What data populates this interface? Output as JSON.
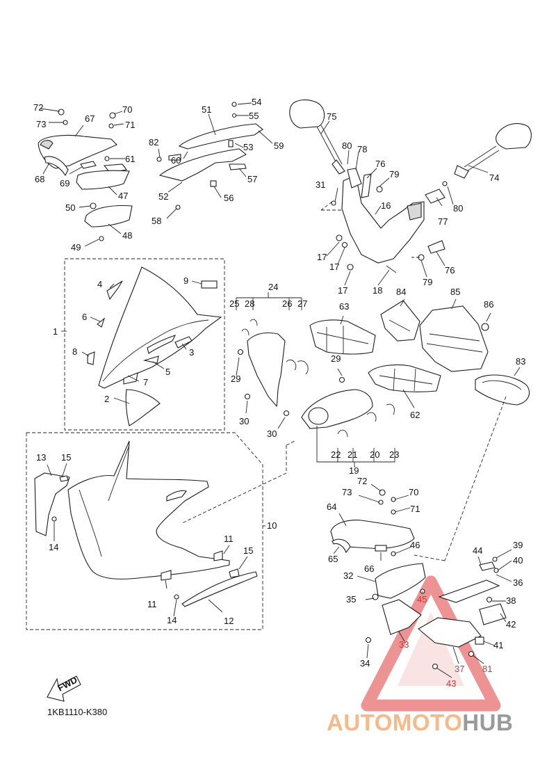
{
  "diagram_code": "1KB1110-K380",
  "fwd_label": "FWD",
  "watermark": {
    "part1": "AUTOMOTO",
    "part2": "HUB",
    "color_primary": "#f6b98a",
    "color_secondary": "#9a9a9a",
    "triangle_color": "#e96f6f"
  },
  "callouts": [
    {
      "id": "72a",
      "text": "72"
    },
    {
      "id": "73a",
      "text": "73"
    },
    {
      "id": "67",
      "text": "67"
    },
    {
      "id": "70a",
      "text": "70"
    },
    {
      "id": "71a",
      "text": "71"
    },
    {
      "id": "68",
      "text": "68"
    },
    {
      "id": "69",
      "text": "69"
    },
    {
      "id": "61",
      "text": "61"
    },
    {
      "id": "47",
      "text": "47"
    },
    {
      "id": "50",
      "text": "50"
    },
    {
      "id": "48",
      "text": "48"
    },
    {
      "id": "49",
      "text": "49"
    },
    {
      "id": "51",
      "text": "51"
    },
    {
      "id": "54",
      "text": "54"
    },
    {
      "id": "55",
      "text": "55"
    },
    {
      "id": "59",
      "text": "59"
    },
    {
      "id": "82",
      "text": "82"
    },
    {
      "id": "60",
      "text": "60"
    },
    {
      "id": "53",
      "text": "53"
    },
    {
      "id": "57",
      "text": "57"
    },
    {
      "id": "52",
      "text": "52"
    },
    {
      "id": "56",
      "text": "56"
    },
    {
      "id": "58",
      "text": "58"
    },
    {
      "id": "75",
      "text": "75"
    },
    {
      "id": "80a",
      "text": "80"
    },
    {
      "id": "78",
      "text": "78"
    },
    {
      "id": "76a",
      "text": "76"
    },
    {
      "id": "79a",
      "text": "79"
    },
    {
      "id": "74",
      "text": "74"
    },
    {
      "id": "31",
      "text": "31"
    },
    {
      "id": "16",
      "text": "16"
    },
    {
      "id": "77",
      "text": "77"
    },
    {
      "id": "80b",
      "text": "80"
    },
    {
      "id": "17a",
      "text": "17"
    },
    {
      "id": "17b",
      "text": "17"
    },
    {
      "id": "17c",
      "text": "17"
    },
    {
      "id": "18",
      "text": "18"
    },
    {
      "id": "79b",
      "text": "79"
    },
    {
      "id": "76b",
      "text": "76"
    },
    {
      "id": "4",
      "text": "4"
    },
    {
      "id": "9",
      "text": "9"
    },
    {
      "id": "1",
      "text": "1"
    },
    {
      "id": "6",
      "text": "6"
    },
    {
      "id": "3",
      "text": "3"
    },
    {
      "id": "8",
      "text": "8"
    },
    {
      "id": "5",
      "text": "5"
    },
    {
      "id": "7",
      "text": "7"
    },
    {
      "id": "2",
      "text": "2"
    },
    {
      "id": "24",
      "text": "24"
    },
    {
      "id": "25",
      "text": "25"
    },
    {
      "id": "28",
      "text": "28"
    },
    {
      "id": "26",
      "text": "26"
    },
    {
      "id": "27",
      "text": "27"
    },
    {
      "id": "29a",
      "text": "29"
    },
    {
      "id": "30a",
      "text": "30"
    },
    {
      "id": "29b",
      "text": "29"
    },
    {
      "id": "30b",
      "text": "30"
    },
    {
      "id": "63",
      "text": "63"
    },
    {
      "id": "84",
      "text": "84"
    },
    {
      "id": "85",
      "text": "85"
    },
    {
      "id": "86",
      "text": "86"
    },
    {
      "id": "83",
      "text": "83"
    },
    {
      "id": "62",
      "text": "62"
    },
    {
      "id": "22",
      "text": "22"
    },
    {
      "id": "21",
      "text": "21"
    },
    {
      "id": "20",
      "text": "20"
    },
    {
      "id": "23",
      "text": "23"
    },
    {
      "id": "19",
      "text": "19"
    },
    {
      "id": "13",
      "text": "13"
    },
    {
      "id": "15a",
      "text": "15"
    },
    {
      "id": "14a",
      "text": "14"
    },
    {
      "id": "10",
      "text": "10"
    },
    {
      "id": "11a",
      "text": "11"
    },
    {
      "id": "15b",
      "text": "15"
    },
    {
      "id": "11b",
      "text": "11"
    },
    {
      "id": "14b",
      "text": "14"
    },
    {
      "id": "12",
      "text": "12"
    },
    {
      "id": "72b",
      "text": "72"
    },
    {
      "id": "70b",
      "text": "70"
    },
    {
      "id": "73b",
      "text": "73"
    },
    {
      "id": "71b",
      "text": "71"
    },
    {
      "id": "64",
      "text": "64"
    },
    {
      "id": "46",
      "text": "46"
    },
    {
      "id": "65",
      "text": "65"
    },
    {
      "id": "66",
      "text": "66"
    },
    {
      "id": "44",
      "text": "44"
    },
    {
      "id": "39",
      "text": "39"
    },
    {
      "id": "40",
      "text": "40"
    },
    {
      "id": "32",
      "text": "32"
    },
    {
      "id": "36",
      "text": "36"
    },
    {
      "id": "45",
      "text": "45"
    },
    {
      "id": "35",
      "text": "35"
    },
    {
      "id": "38",
      "text": "38"
    },
    {
      "id": "42",
      "text": "42"
    },
    {
      "id": "33",
      "text": "33"
    },
    {
      "id": "41",
      "text": "41"
    },
    {
      "id": "34",
      "text": "34"
    },
    {
      "id": "37",
      "text": "37"
    },
    {
      "id": "81",
      "text": "81"
    },
    {
      "id": "43",
      "text": "43"
    }
  ]
}
